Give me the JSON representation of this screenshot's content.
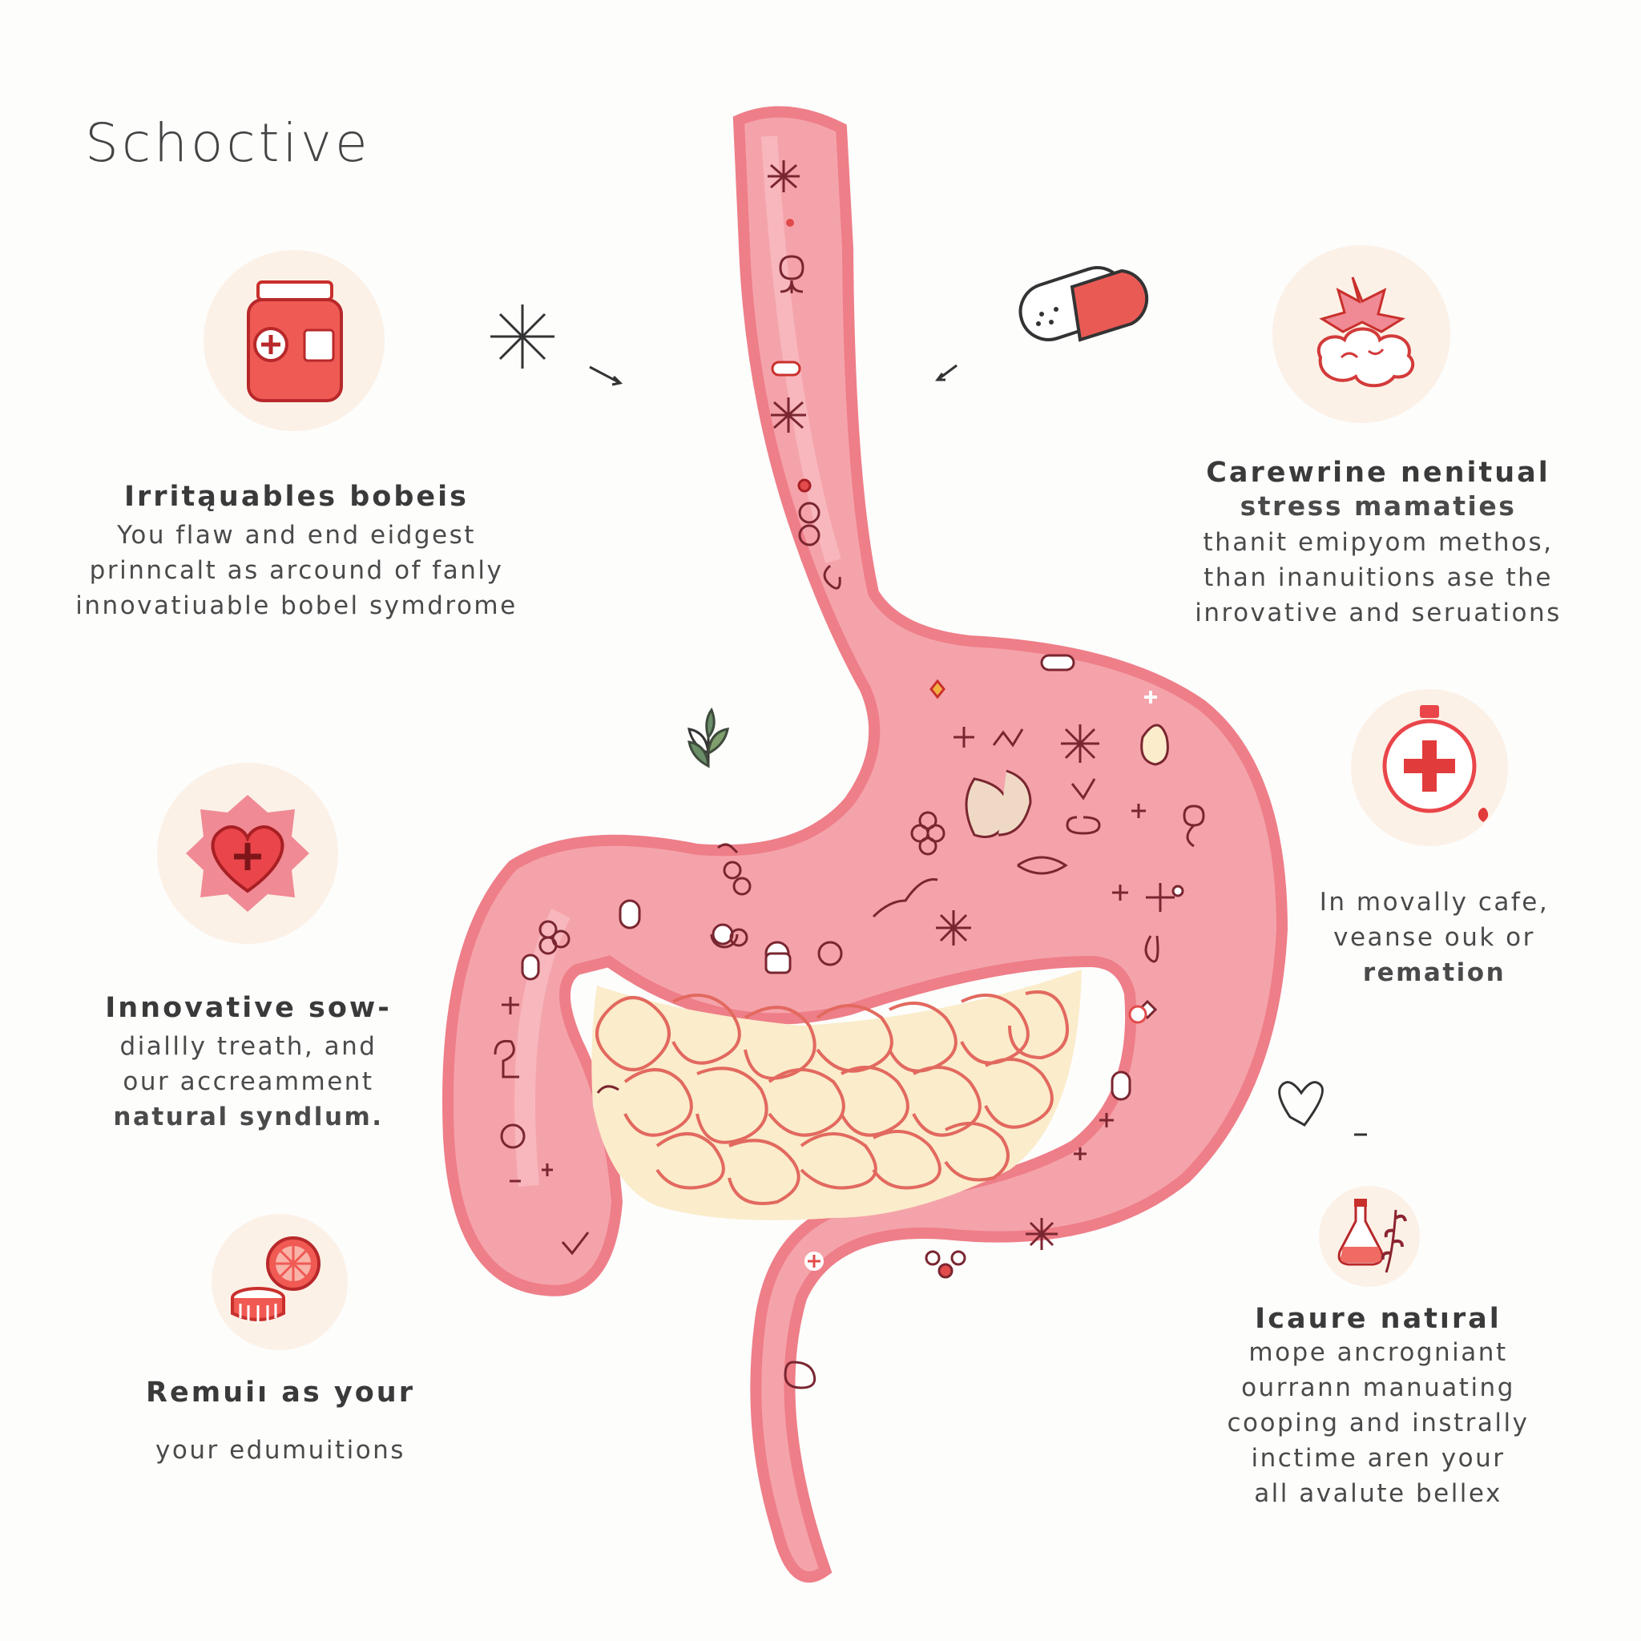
{
  "title": "Schoctive",
  "left_blocks": [
    {
      "heading": "Irritąuables bobeis",
      "lines": [
        "You flaw and end eidgest",
        "prinncalt as arcound of fanly",
        "innovatiuable bobel symdrome"
      ],
      "icon": "jar-icon"
    },
    {
      "heading": "Innovative sow-",
      "lines": [
        "diallly treath, and",
        "our accreamment",
        "natural syndlum."
      ],
      "icon": "heart-plus-icon"
    },
    {
      "heading": "Remuiı as your",
      "lines": [
        "your edumuitions"
      ],
      "icon": "grapefruit-pill-icon"
    }
  ],
  "right_blocks": [
    {
      "heading": "Carewrine nenitual",
      "lines": [
        "stress mamaties",
        "thanit emipyom methos,",
        "than inanuitions ase the",
        "inrovative and seruations"
      ],
      "icon": "leaf-cloud-icon"
    },
    {
      "heading": "",
      "lines": [
        "In movally cafe,",
        "veanse ouk or",
        "remation"
      ],
      "icon": "medical-flask-icon"
    },
    {
      "heading": "Icaure natıral",
      "lines": [
        "mope ancrogniant",
        "ourrann manuating",
        "cooping and instrally",
        "inctime aren your",
        "all avalute bellex"
      ],
      "icon": "potion-herb-icon"
    }
  ],
  "colors": {
    "organ_fill": "#f5a3ab",
    "organ_edge": "#ee7e88",
    "intestine_fill": "#fbeccb",
    "intestine_line": "#e2695f",
    "accent_red": "#e14b4b",
    "circle_bg": "#fcf1e7"
  }
}
